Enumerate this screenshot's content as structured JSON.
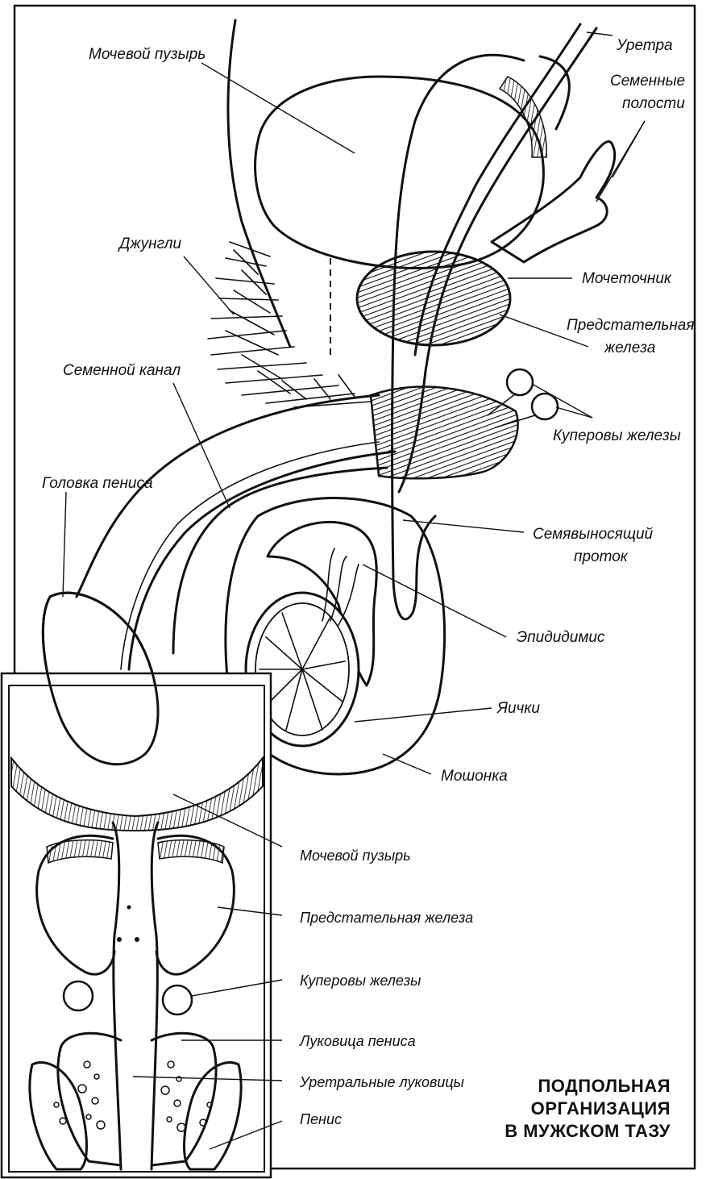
{
  "labels_main": {
    "bladder": "Мочевой пузырь",
    "urethra": "Уретра",
    "seminal_vesicles_1": "Семенные",
    "seminal_vesicles_2": "полости",
    "jungle": "Джунгли",
    "ureter": "Мочеточник",
    "prostate_1": "Предстательная",
    "prostate_2": "железа",
    "seminal_canal": "Семенной канал",
    "cowper_glands": "Куперовы железы",
    "glans": "Головка пениса",
    "vas_deferens_1": "Семявыносящий",
    "vas_deferens_2": "проток",
    "epididymis": "Эпидидимис",
    "testes": "Яички",
    "scrotum": "Мошонка"
  },
  "labels_inset": {
    "bladder": "Мочевой пузырь",
    "prostate": "Предстательная железа",
    "cowper_glands": "Куперовы железы",
    "bulb": "Луковица пениса",
    "urethral_bulbs": "Уретральные луковицы",
    "penis": "Пенис"
  },
  "title": {
    "line1": "ПОДПОЛЬНАЯ",
    "line2": "ОРГАНИЗАЦИЯ",
    "line3": "В МУЖСКОМ ТАЗУ"
  },
  "colors": {
    "ink": "#111111",
    "paper": "#ffffff"
  }
}
